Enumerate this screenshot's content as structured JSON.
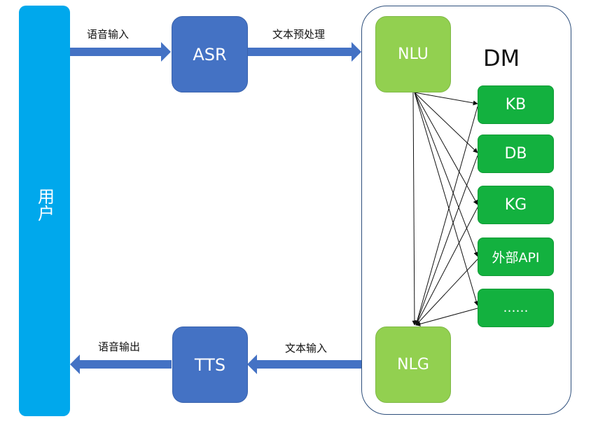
{
  "user": {
    "label": "用户"
  },
  "asr": {
    "label": "ASR"
  },
  "tts": {
    "label": "TTS"
  },
  "dm": {
    "title": "DM",
    "nlu": "NLU",
    "nlg": "NLG",
    "resources": [
      {
        "id": "kb",
        "label": "KB"
      },
      {
        "id": "db",
        "label": "DB"
      },
      {
        "id": "kg",
        "label": "KG"
      },
      {
        "id": "api",
        "label": "外部API"
      },
      {
        "id": "more",
        "label": "……"
      }
    ]
  },
  "edges": {
    "speech_input": "语音输入",
    "text_preprocess": "文本预处理",
    "text_input": "文本输入",
    "speech_output": "语音输出"
  },
  "colors": {
    "user": "#00a8ec",
    "module_blue": "#4472c4",
    "nlu_nlg": "#92d050",
    "resource": "#13b13f",
    "arrow": "#4472c4"
  }
}
